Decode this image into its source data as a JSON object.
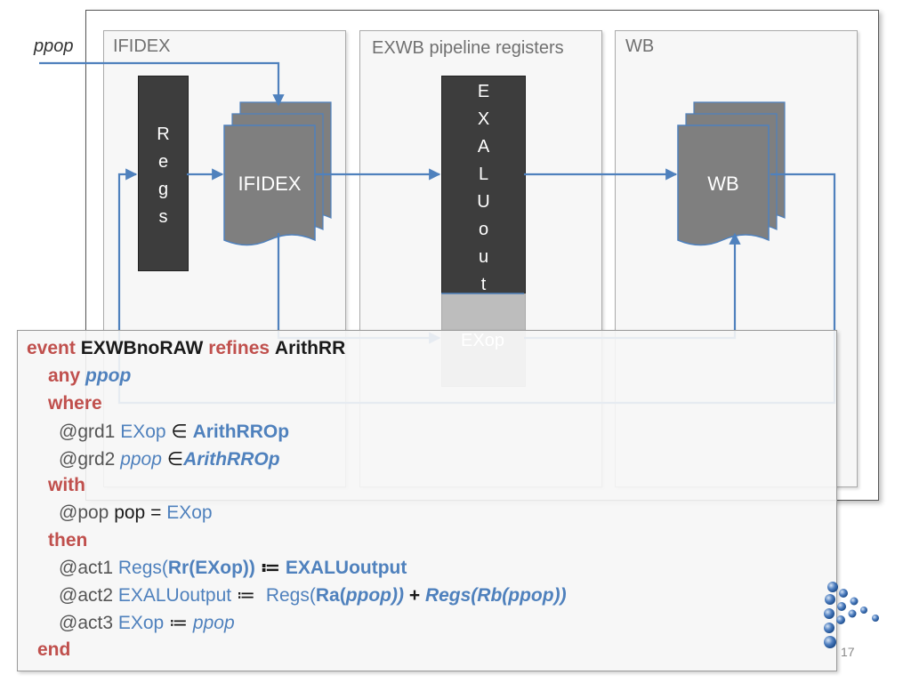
{
  "diagram": {
    "input_label": "ppop",
    "stages": [
      {
        "title": "IFIDEX"
      },
      {
        "title": "EXWB pipeline registers"
      },
      {
        "title": "WB"
      }
    ],
    "regs_letters": [
      "R",
      "e",
      "g",
      "s"
    ],
    "ifidex_doc": "IFIDEX",
    "exalu_letters": [
      "E",
      "X",
      "A",
      "L",
      "U",
      "o",
      "u",
      "t"
    ],
    "exop_label": "EXop",
    "wb_doc": "WB",
    "colors": {
      "arrow": "#4f81bd",
      "dark_register": "#3d3d3d",
      "doc_fill": "#7f7f7f",
      "keyword": "#c0504d"
    }
  },
  "event": {
    "line1": {
      "kw_event": "event",
      "name": "EXWBnoRAW",
      "kw_refines": "refines",
      "refined": "ArithRR"
    },
    "line2": {
      "kw": "any",
      "param": "ppop"
    },
    "line3": {
      "kw": "where"
    },
    "line4": {
      "label": "@grd1",
      "var": "EXop",
      "op": "∈",
      "set": "ArithRROp"
    },
    "line5": {
      "label": "@grd2",
      "var": "ppop",
      "op": "∈",
      "set": "ArithRROp"
    },
    "line6": {
      "kw": "with"
    },
    "line7": {
      "label": "@pop",
      "lhs": "pop",
      "eq": "=",
      "rhs": "EXop"
    },
    "line8": {
      "kw": "then"
    },
    "line9": {
      "label": "@act1",
      "f1": "Regs(",
      "f2": "Rr(EXop))",
      "assign": "≔",
      "rhs": "EXALUoutput"
    },
    "line10": {
      "label": "@act2",
      "lhs": "EXALUoutput",
      "assign": "≔",
      "r1": "Regs(",
      "r2": "Ra(",
      "r3": "ppop))",
      "plus": "+",
      "r4": "Regs(Rb(ppop))"
    },
    "line11": {
      "label": "@act3",
      "lhs": "EXop",
      "assign": "≔",
      "rhs": "ppop"
    },
    "line12": {
      "kw": "end"
    }
  },
  "footer": {
    "page_number": "17"
  }
}
